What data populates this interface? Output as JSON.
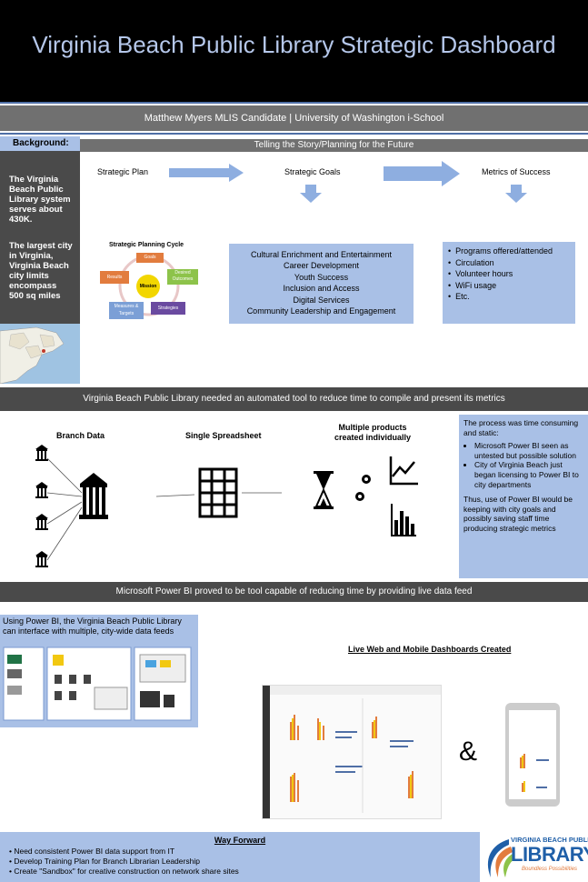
{
  "header": {
    "title": "Virginia Beach Public Library Strategic Dashboard",
    "author": "Matthew Myers MLIS Candidate | University of Washington i-School"
  },
  "background": {
    "label": "Background:",
    "text1": "The Virginia Beach Public Library system serves about 430K.",
    "text2": "The largest city in Virginia, Virginia Beach city limits encompass 500 sq miles"
  },
  "story": {
    "bar": "Telling the Story/Planning for the Future",
    "plan": "Strategic Plan",
    "goals": "Strategic Goals",
    "metrics": "Metrics of Success",
    "cycle": {
      "title": "Strategic Planning Cycle",
      "goals": "Goals",
      "desired": "Desired Outcomes",
      "strategies": "Strategies",
      "measures": "Measures & Targets",
      "results": "Results",
      "mission": "Mission"
    },
    "goal_items": [
      "Cultural Enrichment and Entertainment",
      "Career Development",
      "Youth Success",
      "Inclusion and Access",
      "Digital Services",
      "Community Leadership and Engagement"
    ],
    "metric_items": [
      "Programs offered/attended",
      "Circulation",
      "Volunteer hours",
      "WiFi usage",
      "Etc."
    ]
  },
  "need": {
    "bar": "Virginia Beach Public Library needed an automated tool to reduce time to compile and present its metrics",
    "branch": "Branch Data",
    "sheet": "Single Spreadsheet",
    "multi": "Multiple products created individually",
    "process_intro": "The process was time consuming and static:",
    "process_items": [
      "Microsoft Power BI seen as untested  but possible solution",
      "City of Virginia Beach just began licensing to Power BI to city departments"
    ],
    "process_outro": "Thus, use of Power BI would be keeping with city goals and possibly saving staff time producing strategic metrics"
  },
  "powerbi": {
    "bar": "Microsoft Power BI proved to be tool capable of reducing time by providing live data feed",
    "note": "Using Power BI, the Virginia Beach Public Library can interface with multiple, city-wide data feeds",
    "live": "Live Web and Mobile Dashboards Created",
    "amp": "&"
  },
  "way": {
    "title": "Way Forward",
    "items": [
      "Need consistent Power BI data support from IT",
      "Develop Training Plan for Branch Librarian Leadership",
      "Create \"Sandbox\" for creative construction on network share sites"
    ]
  },
  "logo": {
    "line1": "VIRGINIA BEACH PUBLIC",
    "line2": "LIBRARY",
    "line3": "Boundless Possibilities"
  },
  "colors": {
    "accent": "#a9c0e6",
    "bar": "#707070",
    "dark": "#4a4a4a",
    "title": "#b5c7ea",
    "arrow": "#8eaee0"
  }
}
